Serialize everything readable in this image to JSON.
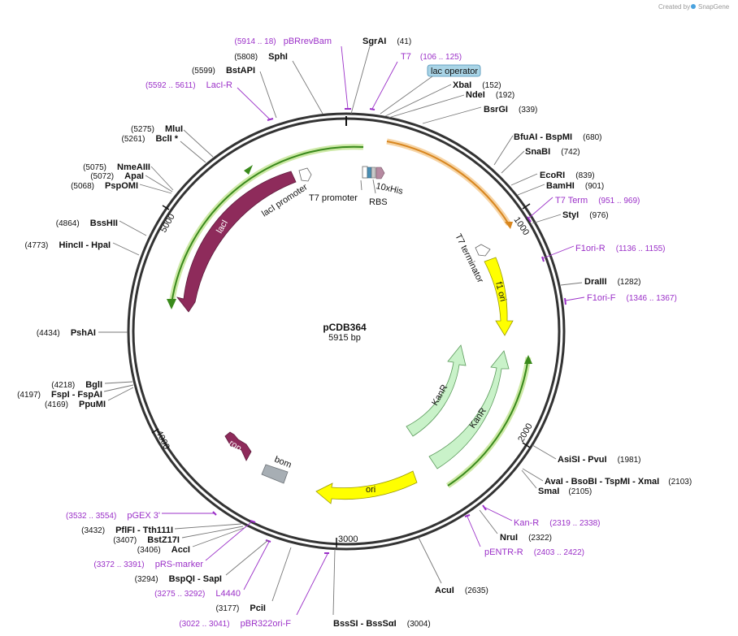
{
  "credit": {
    "prefix": "Created by",
    "brand": "SnapGene"
  },
  "plasmid": {
    "name": "pCDB364",
    "size_label": "5915 bp",
    "length_bp": 5915
  },
  "ticks": [
    {
      "bp": 1000,
      "label": "1000"
    },
    {
      "bp": 2000,
      "label": "2000"
    },
    {
      "bp": 3000,
      "label": "3000"
    },
    {
      "bp": 4000,
      "label": "4000"
    },
    {
      "bp": 5000,
      "label": "5000"
    }
  ],
  "feature_labels": {
    "laci": "lacI",
    "laci_promoter": "lacI promoter",
    "t7_promoter": "T7 promoter",
    "his": "10xHis",
    "rbs": "RBS",
    "t7_terminator": "T7 terminator",
    "f1_ori": "f1 ori",
    "kanr_1": "KanR",
    "kanr_2": "KanR",
    "ori": "ori",
    "rop": "rop",
    "bom": "bom",
    "lac_operator": "lac operator"
  },
  "sites": [
    {
      "name": "SgrAI",
      "pos": "(41)",
      "primer": false
    },
    {
      "name": "T7",
      "pos": "(106 .. 125)",
      "primer": true
    },
    {
      "name": "XbaI",
      "pos": "(152)",
      "primer": false
    },
    {
      "name": "NdeI",
      "pos": "(192)",
      "primer": false
    },
    {
      "name": "BsrGI",
      "pos": "(339)",
      "primer": false
    },
    {
      "name": "BfuAI  -  BspMI",
      "pos": "(680)",
      "primer": false
    },
    {
      "name": "SnaBI",
      "pos": "(742)",
      "primer": false
    },
    {
      "name": "EcoRI",
      "pos": "(839)",
      "primer": false
    },
    {
      "name": "BamHI",
      "pos": "(901)",
      "primer": false
    },
    {
      "name": "T7 Term",
      "pos": "(951 .. 969)",
      "primer": true
    },
    {
      "name": "StyI",
      "pos": "(976)",
      "primer": false
    },
    {
      "name": "F1ori-R",
      "pos": "(1136 .. 1155)",
      "primer": true
    },
    {
      "name": "DraIII",
      "pos": "(1282)",
      "primer": false
    },
    {
      "name": "F1ori-F",
      "pos": "(1346 .. 1367)",
      "primer": true
    },
    {
      "name": "AsiSI  -  PvuI",
      "pos": "(1981)",
      "primer": false
    },
    {
      "name": "AvaI  -  BsoBI  -  TspMI  -  XmaI",
      "pos": "(2103)",
      "primer": false
    },
    {
      "name": "SmaI",
      "pos": "(2105)",
      "primer": false
    },
    {
      "name": "Kan-R",
      "pos": "(2319 .. 2338)",
      "primer": true
    },
    {
      "name": "NruI",
      "pos": "(2322)",
      "primer": false
    },
    {
      "name": "pENTR-R",
      "pos": "(2403 .. 2422)",
      "primer": true
    },
    {
      "name": "AcuI",
      "pos": "(2635)",
      "primer": false
    },
    {
      "name": "BssSI  -  BssSαI",
      "pos": "(3004)",
      "primer": false
    },
    {
      "name": "pBR322ori-F",
      "pos": "(3022 .. 3041)",
      "primer": true
    },
    {
      "name": "PciI",
      "pos": "(3177)",
      "primer": false
    },
    {
      "name": "L4440",
      "pos": "(3275 .. 3292)",
      "primer": true
    },
    {
      "name": "BspQI  -  SapI",
      "pos": "(3294)",
      "primer": false
    },
    {
      "name": "pRS-marker",
      "pos": "(3372 .. 3391)",
      "primer": true
    },
    {
      "name": "AccI",
      "pos": "(3406)",
      "primer": false
    },
    {
      "name": "BstZ17I",
      "pos": "(3407)",
      "primer": false
    },
    {
      "name": "PflFI  -  Tth111I",
      "pos": "(3432)",
      "primer": false
    },
    {
      "name": "pGEX 3'",
      "pos": "(3532 .. 3554)",
      "primer": true
    },
    {
      "name": "PpuMI",
      "pos": "(4169)",
      "primer": false
    },
    {
      "name": "FspI  -  FspAI",
      "pos": "(4197)",
      "primer": false
    },
    {
      "name": "BglI",
      "pos": "(4218)",
      "primer": false
    },
    {
      "name": "PshAI",
      "pos": "(4434)",
      "primer": false
    },
    {
      "name": "HincII  -  HpaI",
      "pos": "(4773)",
      "primer": false
    },
    {
      "name": "BssHII",
      "pos": "(4864)",
      "primer": false
    },
    {
      "name": "PspOMI",
      "pos": "(5068)",
      "primer": false
    },
    {
      "name": "ApaI",
      "pos": "(5072)",
      "primer": false
    },
    {
      "name": "NmeAIII",
      "pos": "(5075)",
      "primer": false
    },
    {
      "name": "BclI *",
      "pos": "(5261)",
      "primer": false
    },
    {
      "name": "MluI",
      "pos": "(5275)",
      "primer": false
    },
    {
      "name": "LacI-R",
      "pos": "(5592 .. 5611)",
      "primer": true
    },
    {
      "name": "BstAPI",
      "pos": "(5599)",
      "primer": false
    },
    {
      "name": "SphI",
      "pos": "(5808)",
      "primer": false
    },
    {
      "name": "pBRrevBam",
      "pos": "(5914 .. 18)",
      "primer": true
    }
  ]
}
